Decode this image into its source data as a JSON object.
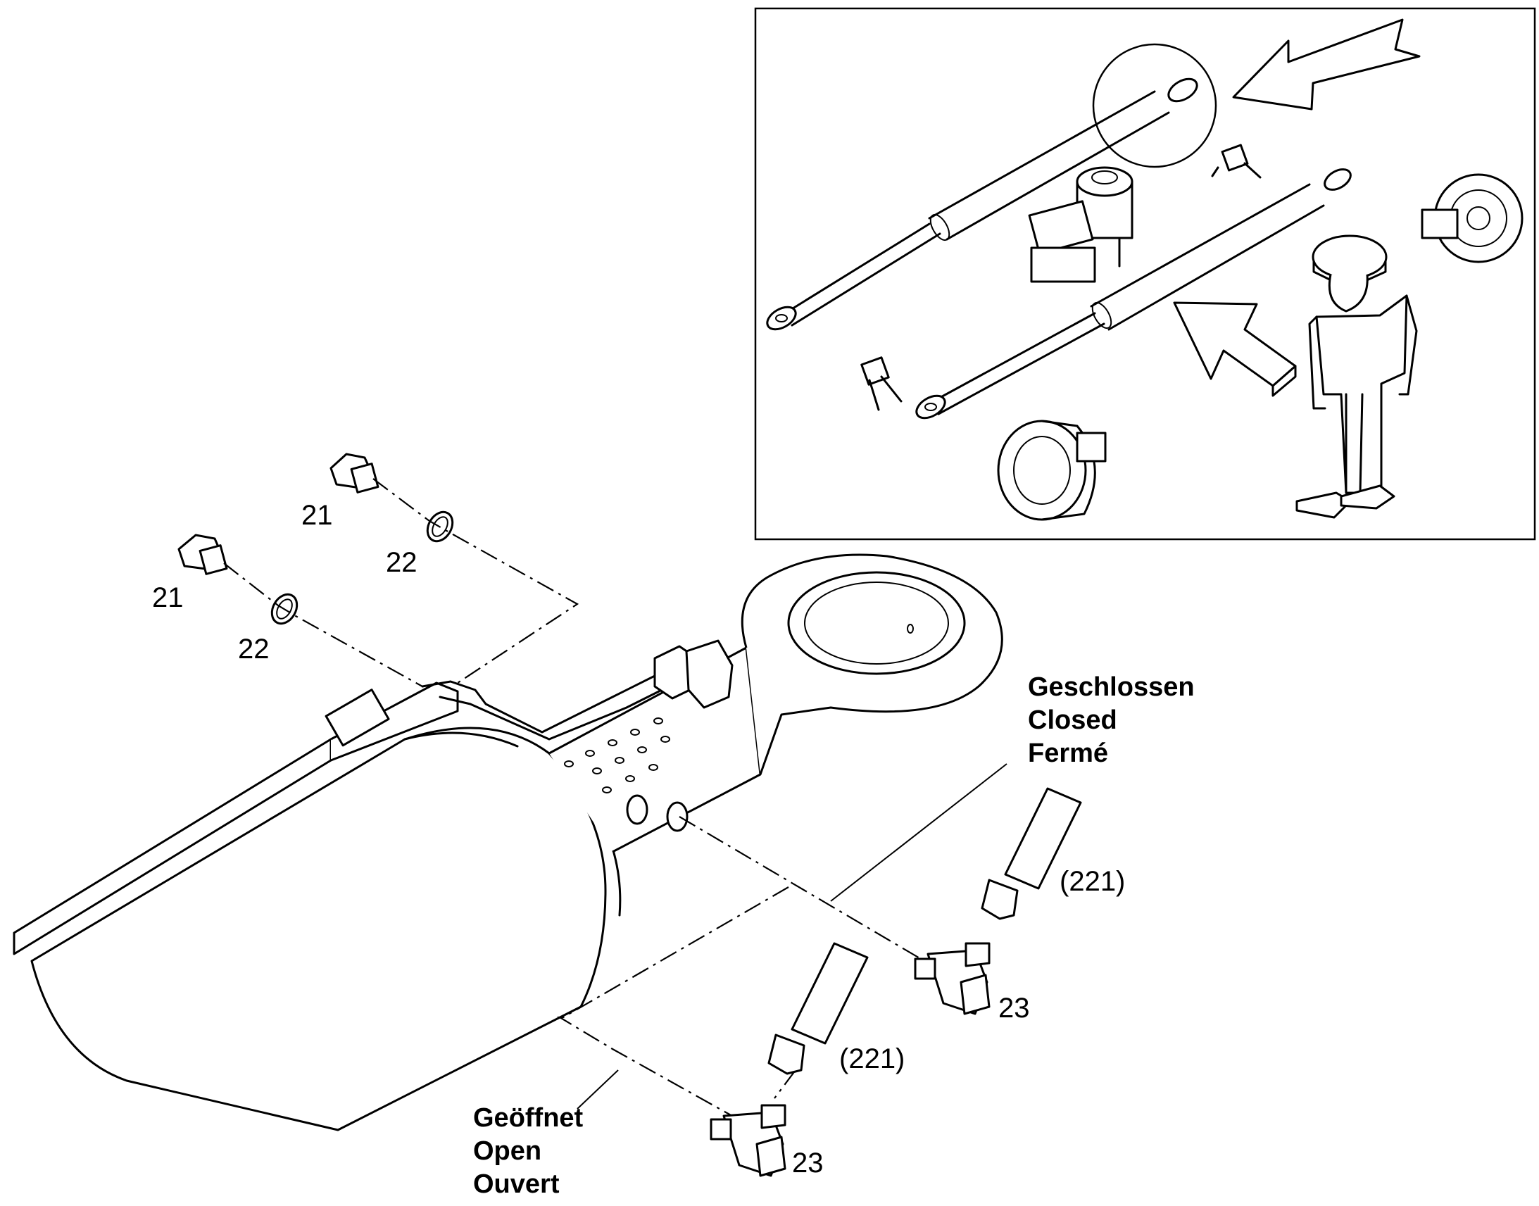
{
  "callouts": {
    "plug_upper": "21",
    "plug_lower": "21",
    "seal_upper": "22",
    "seal_lower": "22",
    "hose_upper": "(221)",
    "hose_lower": "(221)",
    "valve_upper": "23",
    "valve_lower": "23"
  },
  "closed_label": [
    "Geschlossen",
    "Closed",
    "Fermé"
  ],
  "open_label": [
    "Geöffnet",
    "Open",
    "Ouvert"
  ]
}
